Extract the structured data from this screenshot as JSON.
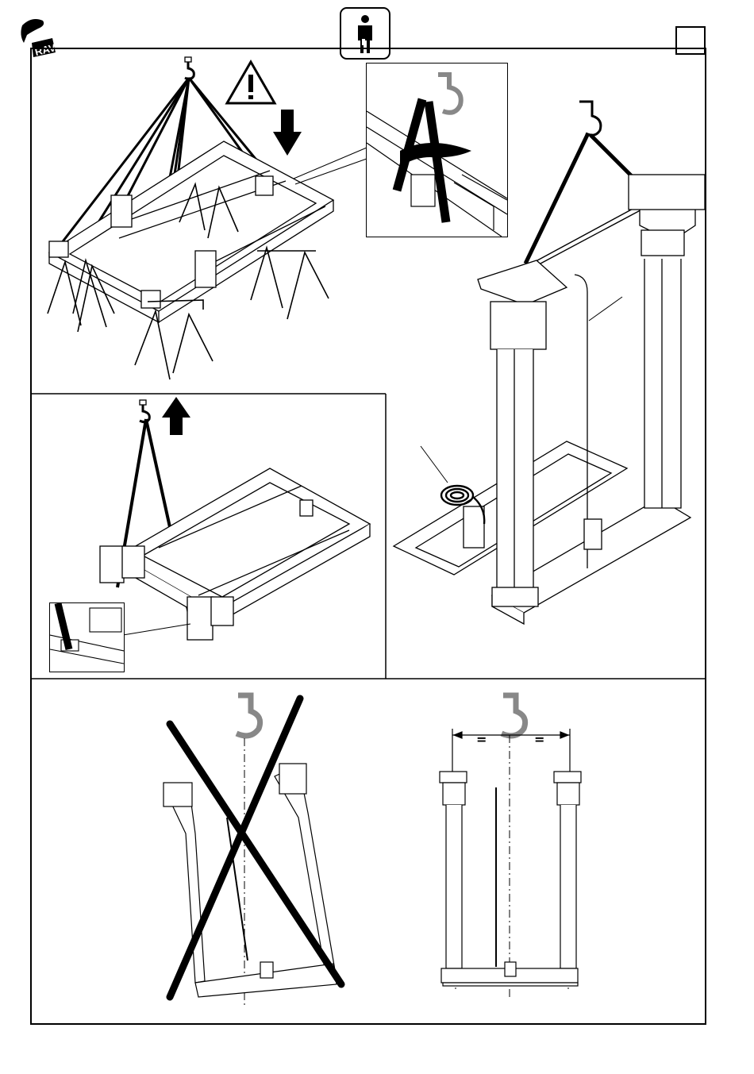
{
  "page": {
    "page_number": "",
    "brand_logo": "rav-logo",
    "operator_icon": "person-icon",
    "warning_icon": "warning-triangle-icon"
  },
  "panels": [
    {
      "id": "lift-frame-onto-trestles",
      "arrow": "arrow-down-icon",
      "hook": "crane-hook-icon"
    },
    {
      "id": "lift-frame-up",
      "arrow": "arrow-up-icon",
      "hook": "crane-hook-icon"
    },
    {
      "id": "columns-assembly",
      "hook": "crane-hook-icon",
      "coil": "cable-coil"
    },
    {
      "id": "wrong-lifting",
      "hook": "crane-hook-icon",
      "mark": "cross-out-mark"
    },
    {
      "id": "correct-lifting",
      "hook": "crane-hook-icon"
    }
  ],
  "dimension": {
    "left_symbol": "=",
    "right_symbol": "="
  },
  "colors": {
    "ink": "#000000",
    "paper": "#ffffff",
    "shade": "#cccccc"
  }
}
